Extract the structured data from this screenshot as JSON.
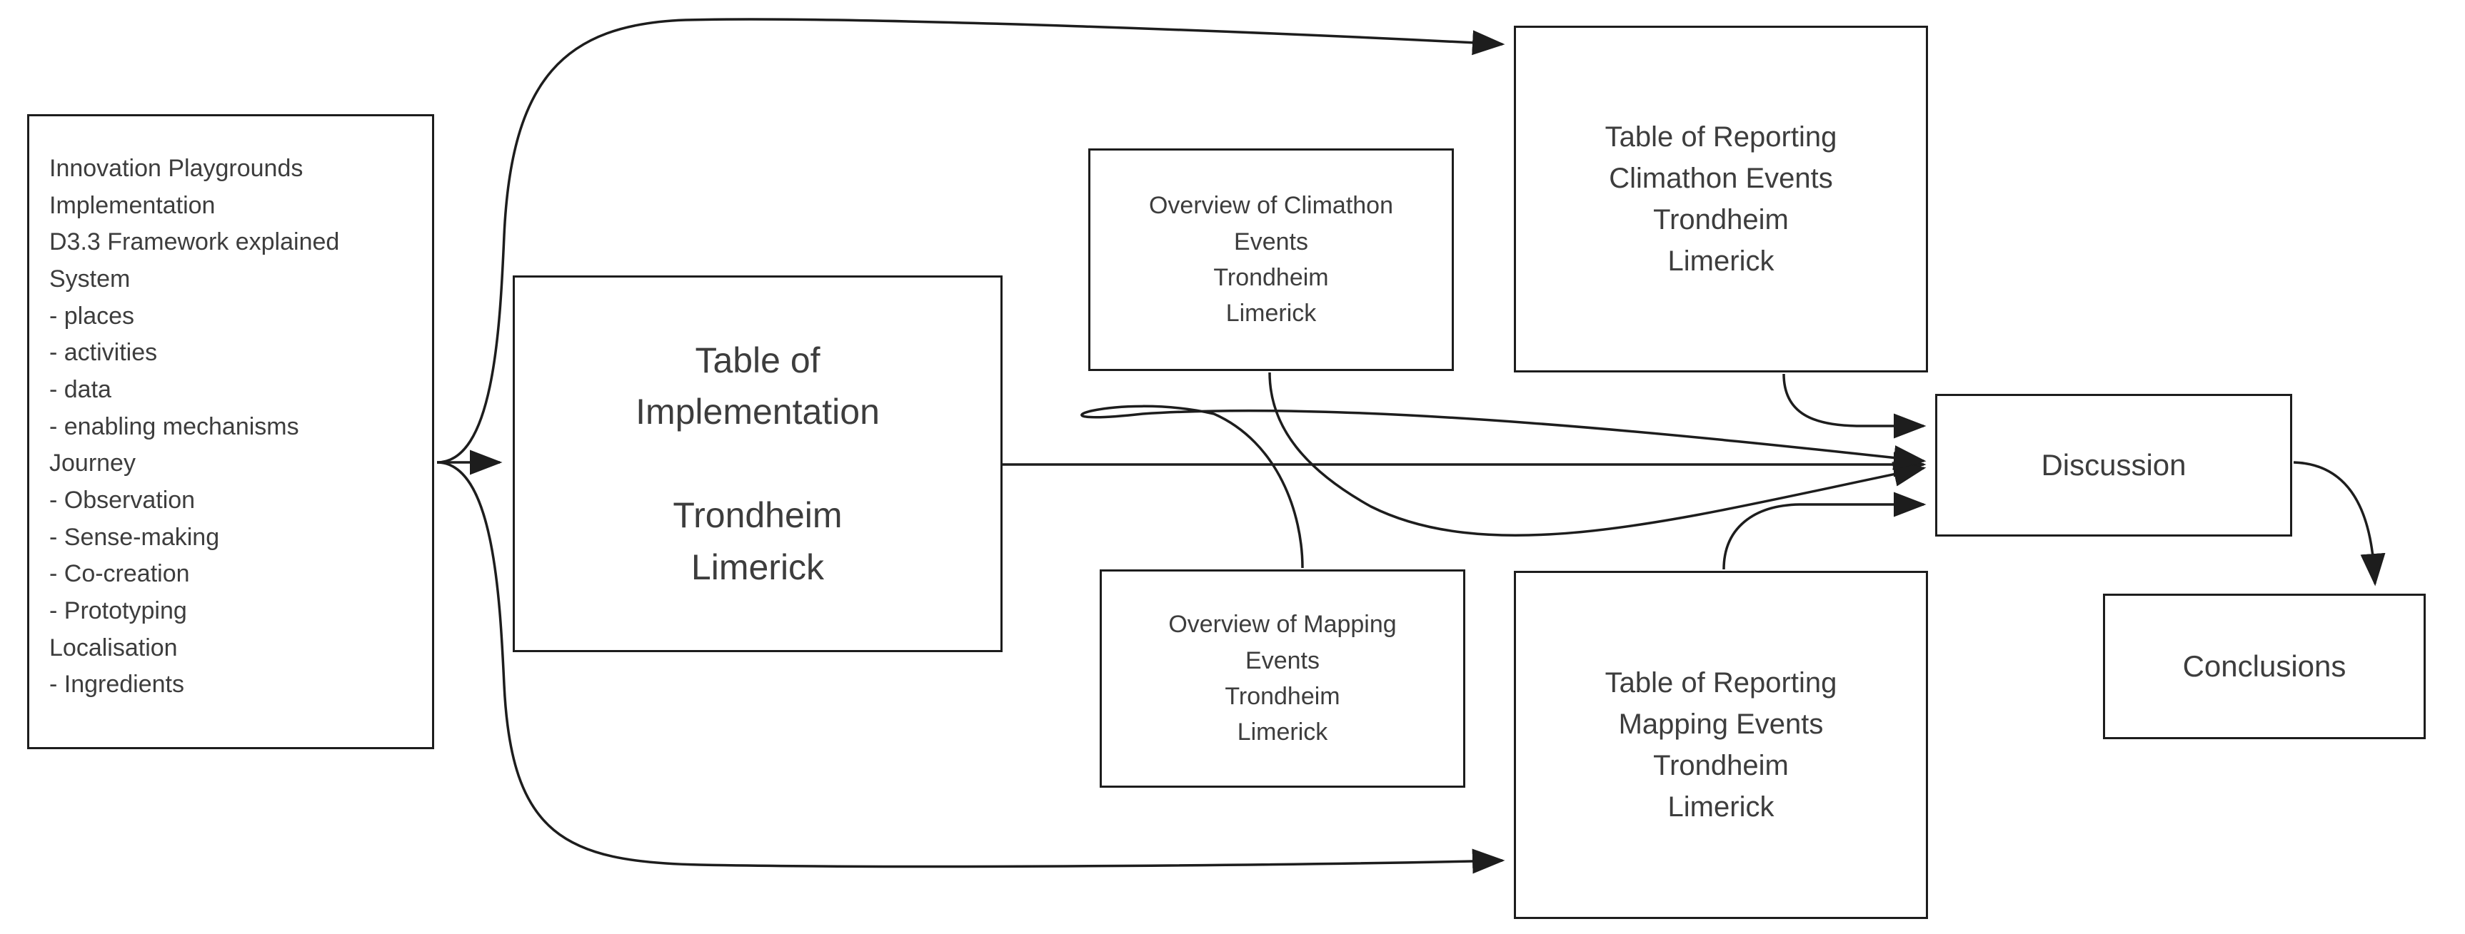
{
  "diagram": {
    "title": "Innovation Playgrounds Implementation Framework Flow",
    "stroke_color": "#1d1d1d",
    "text_color": "#3d3d3d",
    "background": "#ffffff",
    "nodes": {
      "framework": {
        "id": "framework",
        "label": "Innovation Playgrounds\nImplementation\nD3.3 Framework explained\nSystem\n     - places\n     - activities\n     - data\n    - enabling  mechanisms\nJourney\n   - Observation\n   - Sense-making\n   - Co-creation\n   - Prototyping\nLocalisation\n   - Ingredients",
        "lines": [
          "Innovation Playgrounds",
          "Implementation",
          "D3.3 Framework explained",
          "System",
          "     - places",
          "     - activities",
          "     - data",
          "    - enabling  mechanisms",
          "Journey",
          "   - Observation",
          "   - Sense-making",
          "   - Co-creation",
          "   - Prototyping",
          "Localisation",
          "   - Ingredients"
        ]
      },
      "implementation": {
        "id": "implementation",
        "label": "Table of\nImplementation\n\nTrondheim\nLimerick"
      },
      "overview_climathon": {
        "id": "overview_climathon",
        "label": "Overview of  Climathon\nEvents\nTrondheim\nLimerick"
      },
      "table_climathon": {
        "id": "table_climathon",
        "label": "Table of Reporting\nClimathon Events\nTrondheim\nLimerick"
      },
      "overview_mapping": {
        "id": "overview_mapping",
        "label": "Overview of  Mapping\nEvents\nTrondheim\nLimerick"
      },
      "table_mapping": {
        "id": "table_mapping",
        "label": "Table of Reporting\nMapping Events\nTrondheim\nLimerick"
      },
      "discussion": {
        "id": "discussion",
        "label": "Discussion"
      },
      "conclusions": {
        "id": "conclusions",
        "label": "Conclusions"
      }
    },
    "edges": [
      {
        "id": "framework-to-table-climathon",
        "from": "framework",
        "to": "table_climathon",
        "style": "curved",
        "arrow": true
      },
      {
        "id": "framework-to-implementation",
        "from": "framework",
        "to": "implementation",
        "style": "straight",
        "arrow": true
      },
      {
        "id": "framework-to-table-mapping",
        "from": "framework",
        "to": "table_mapping",
        "style": "curved",
        "arrow": true
      },
      {
        "id": "implementation-to-discussion",
        "from": "implementation",
        "to": "discussion",
        "style": "straight",
        "arrow": true
      },
      {
        "id": "overview-climathon-to-discussion",
        "from": "overview_climathon",
        "to": "discussion",
        "style": "curved",
        "arrow": true
      },
      {
        "id": "overview-mapping-to-discussion",
        "from": "overview_mapping",
        "to": "discussion",
        "style": "curved",
        "arrow": true
      },
      {
        "id": "table-climathon-to-discussion",
        "from": "table_climathon",
        "to": "discussion",
        "style": "curved",
        "arrow": true
      },
      {
        "id": "table-mapping-to-discussion",
        "from": "table_mapping",
        "to": "discussion",
        "style": "curved",
        "arrow": true
      },
      {
        "id": "discussion-to-conclusions",
        "from": "discussion",
        "to": "conclusions",
        "style": "curved",
        "arrow": true
      }
    ]
  }
}
